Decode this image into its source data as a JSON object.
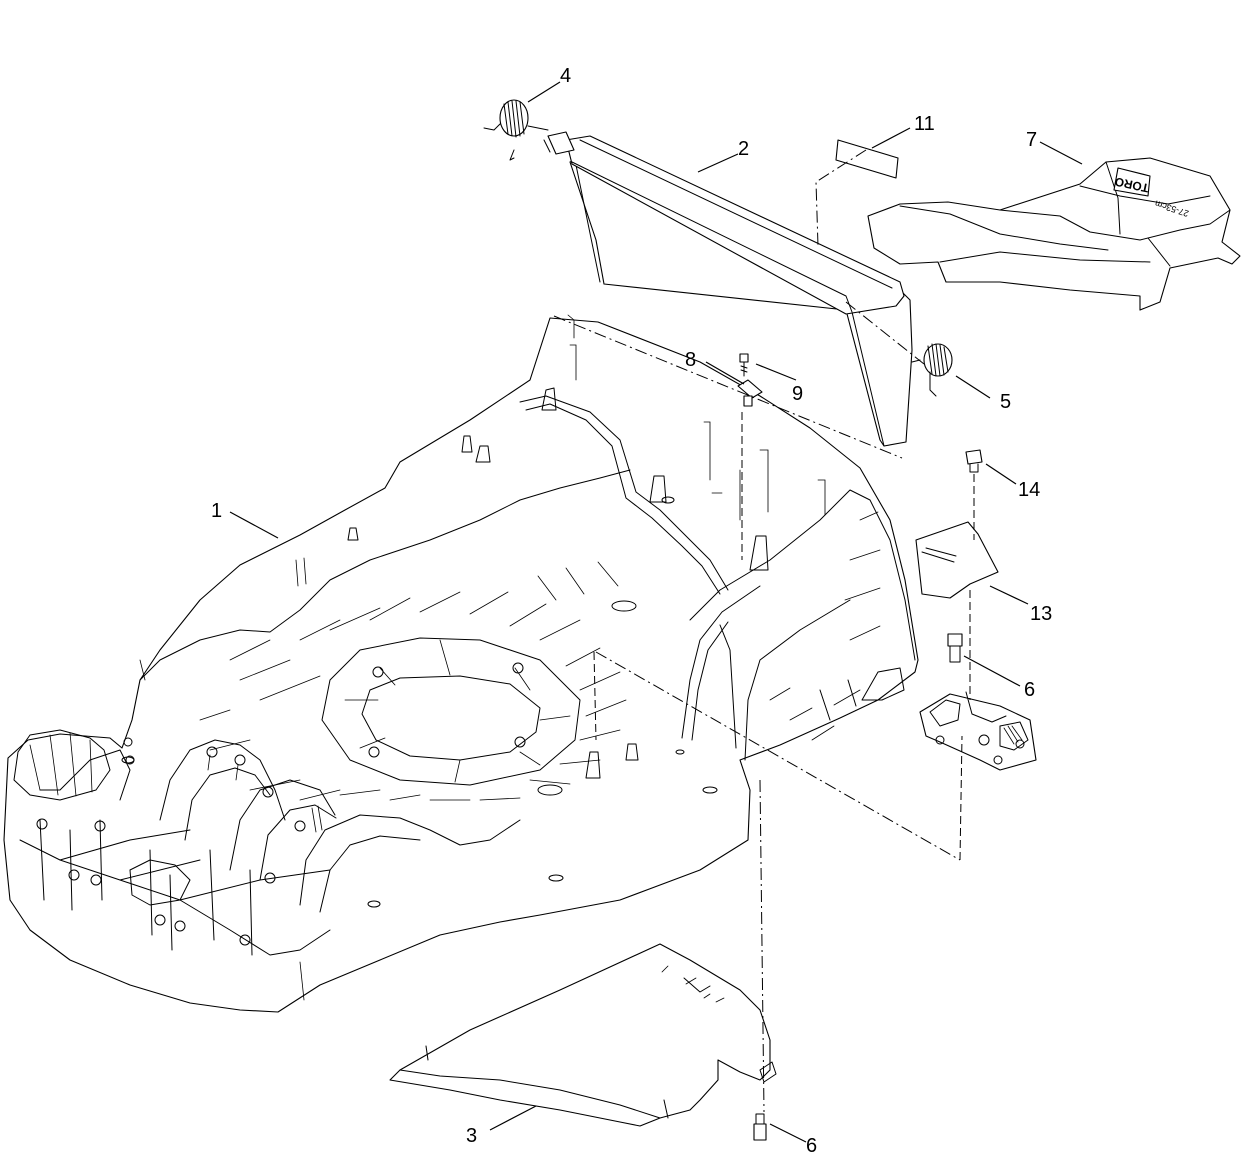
{
  "callouts": {
    "c1": "1",
    "c2": "2",
    "c3": "3",
    "c4": "4",
    "c5": "5",
    "c6a": "6",
    "c6b": "6",
    "c7": "7",
    "c8": "8",
    "c9": "9",
    "c11": "11",
    "c13": "13",
    "c14": "14"
  },
  "decal_texts": {
    "brand": "TORO",
    "size": "27-53cm"
  }
}
